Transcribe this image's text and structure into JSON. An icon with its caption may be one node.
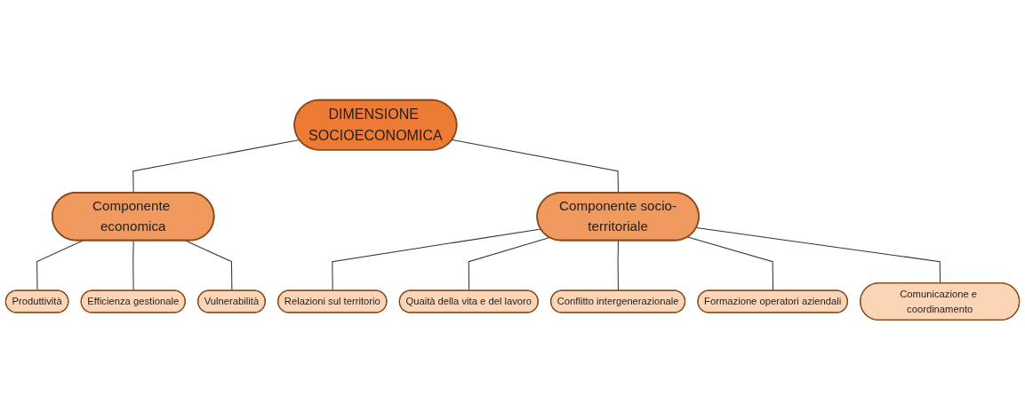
{
  "diagram": {
    "nodes": [
      {
        "text": [
          "DIMENSIONE SOCIOECONOMICA"
        ]
      },
      {
        "text": [
          "Produttività"
        ]
      },
      {
        "text": [
          "Efficienza gestionale"
        ]
      },
      {
        "text": [
          "Vulnerabilità"
        ]
      },
      {
        "text": [
          "Componente economica"
        ]
      },
      {
        "text": [
          "Componente socio-territoriale"
        ]
      },
      {
        "text": [
          "Relazioni sul territorio"
        ]
      },
      {
        "text": [
          "Quaità della vita e del lavoro"
        ]
      },
      {
        "text": [
          "Conflitto intergenerazionale"
        ]
      },
      {
        "text": [
          "Formazione operatori aziendali"
        ]
      },
      {
        "text": [
          "Comunicazione e coordinamento"
        ]
      }
    ],
    "edges": [
      {
        "from": 0,
        "to": 4,
        "arrow": "none"
      },
      {
        "from": 0,
        "to": 5,
        "arrow": "none"
      },
      {
        "from": 4,
        "to": 1,
        "arrow": "none"
      },
      {
        "from": 4,
        "to": 2,
        "arrow": "none"
      },
      {
        "from": 4,
        "to": 3,
        "arrow": "none"
      },
      {
        "from": 5,
        "to": 6,
        "arrow": "none"
      },
      {
        "from": 5,
        "to": 7,
        "arrow": "none"
      },
      {
        "from": 5,
        "to": 8,
        "arrow": "none"
      },
      {
        "from": 5,
        "to": 9,
        "arrow": "none"
      },
      {
        "from": 5,
        "to": 10,
        "arrow": "none"
      }
    ]
  }
}
